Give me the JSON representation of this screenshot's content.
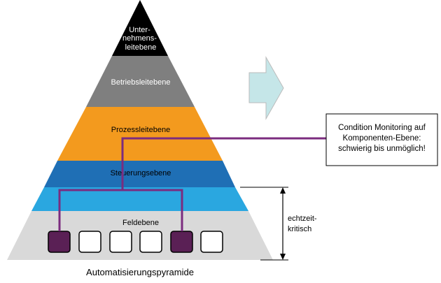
{
  "levels": [
    {
      "label_lines": [
        "Unter-",
        "nehmens-",
        "leitebene"
      ],
      "color": "#000000",
      "text_color": "#ffffff"
    },
    {
      "label": "Betriebsleitebene",
      "color": "#7f7f7f",
      "text_color": "#ffffff"
    },
    {
      "label": "Prozessleitebene",
      "color": "#f39a1e",
      "text_color": "#000000"
    },
    {
      "label": "Steuerungsebene",
      "color": "#1f6fb5",
      "text_color": "#000000"
    },
    {
      "label": "",
      "color": "#2aa7e0"
    },
    {
      "label": "Feldebene",
      "color": "#d9d9d9",
      "text_color": "#000000"
    }
  ],
  "devices": {
    "count": 6,
    "highlighted": [
      0,
      4
    ],
    "highlight_color": "#5a2055",
    "connector_color": "#7b2c7f"
  },
  "arrow_color": "#c5e6e8",
  "note": {
    "lines": [
      "Condition Monitoring auf",
      "Komponenten-Ebene:",
      "schwierig bis unmöglich!"
    ]
  },
  "bracket_label_lines": [
    "echtzeit-",
    "kritisch"
  ],
  "caption": "Automatisierungspyramide"
}
